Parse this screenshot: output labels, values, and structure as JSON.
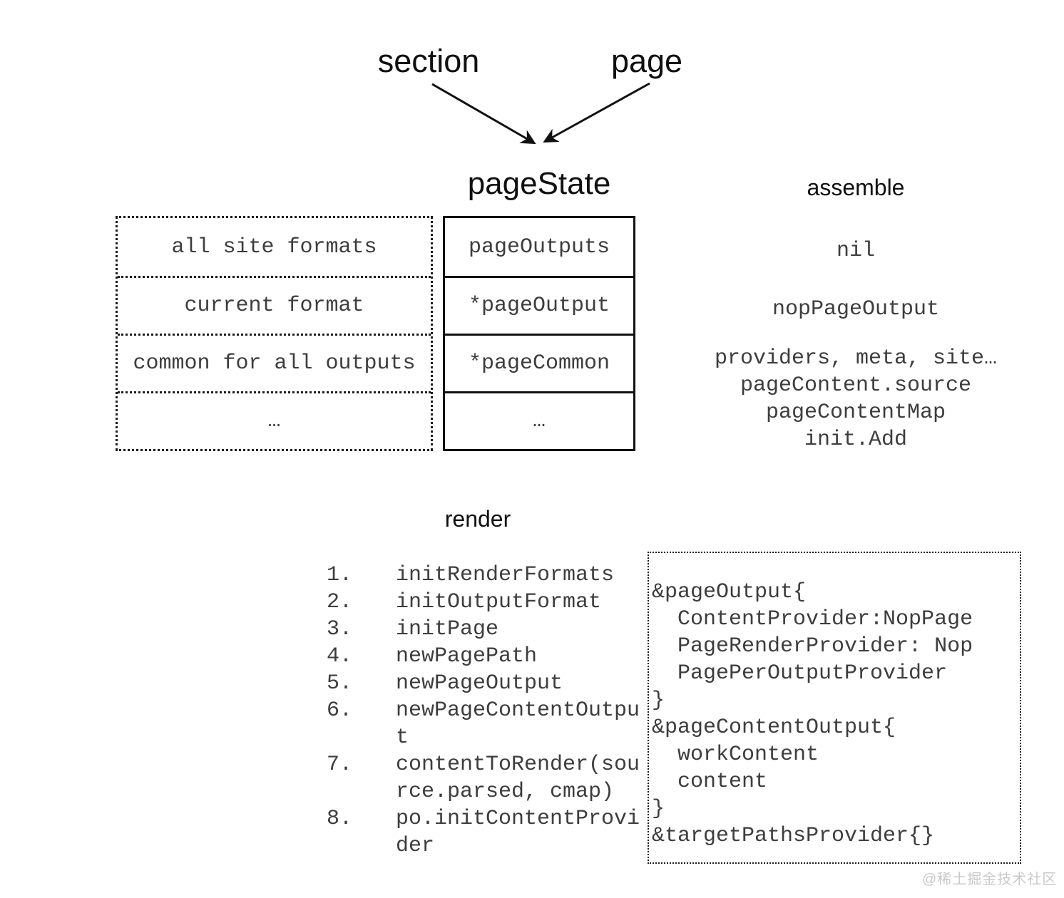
{
  "colors": {
    "background": "#ffffff",
    "heading_text": "#101010",
    "mono_text": "#3d3d3d",
    "border": "#1c1c1c",
    "watermark_text": "#c9c9c9"
  },
  "top": {
    "section_label": "section",
    "page_label": "page"
  },
  "headings": {
    "pagestate": "pageState",
    "assemble": "assemble",
    "render": "render"
  },
  "state_table": {
    "scope_rows": [
      "all site formats",
      "current format",
      "common for all outputs",
      "…"
    ],
    "field_rows": [
      "pageOutputs",
      "*pageOutput",
      "*pageCommon",
      "…"
    ]
  },
  "assemble_column": {
    "row1": "nil",
    "row2": "nopPageOutput",
    "row3_lines": [
      "providers, meta, site…",
      "pageContent.source",
      "pageContentMap",
      "init.Add"
    ]
  },
  "render_steps": [
    {
      "num": "1.",
      "text": "initRenderFormats"
    },
    {
      "num": "2.",
      "text": "initOutputFormat"
    },
    {
      "num": "3.",
      "text": "initPage"
    },
    {
      "num": "4.",
      "text": "newPagePath"
    },
    {
      "num": "5.",
      "text": "newPageOutput"
    },
    {
      "num": "6.",
      "text": "newPageContentOutput"
    },
    {
      "num": "7.",
      "text": "contentToRender(source.parsed, cmap)"
    },
    {
      "num": "8.",
      "text": "po.initContentProvider"
    }
  ],
  "code_box": {
    "lines": [
      "&pageOutput{",
      "  ContentProvider:NopPage",
      "  PageRenderProvider: Nop",
      "  PagePerOutputProvider",
      "}",
      "&pageContentOutput{",
      "  workContent",
      "  content",
      "}",
      "&targetPathsProvider{}"
    ]
  },
  "watermark": "@稀土掘金技术社区"
}
